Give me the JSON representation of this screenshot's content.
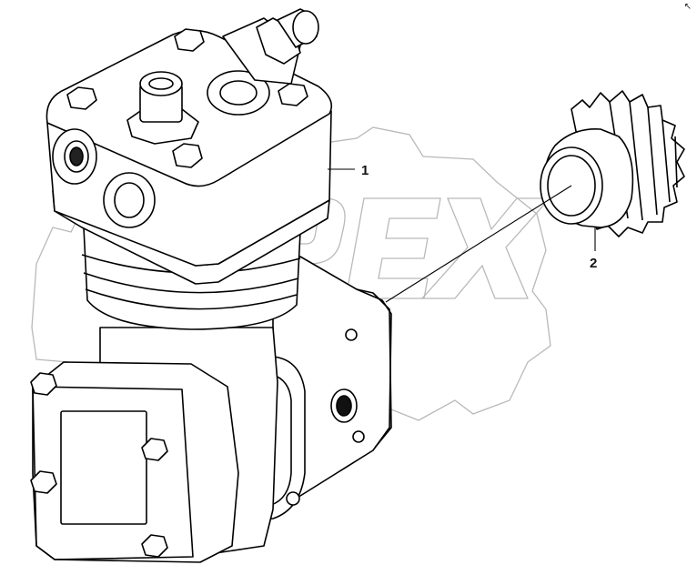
{
  "diagram": {
    "watermark": "OPEX",
    "corner_mark": "↖",
    "callouts": [
      {
        "id": "1",
        "label": "1"
      },
      {
        "id": "2",
        "label": "2"
      }
    ]
  }
}
